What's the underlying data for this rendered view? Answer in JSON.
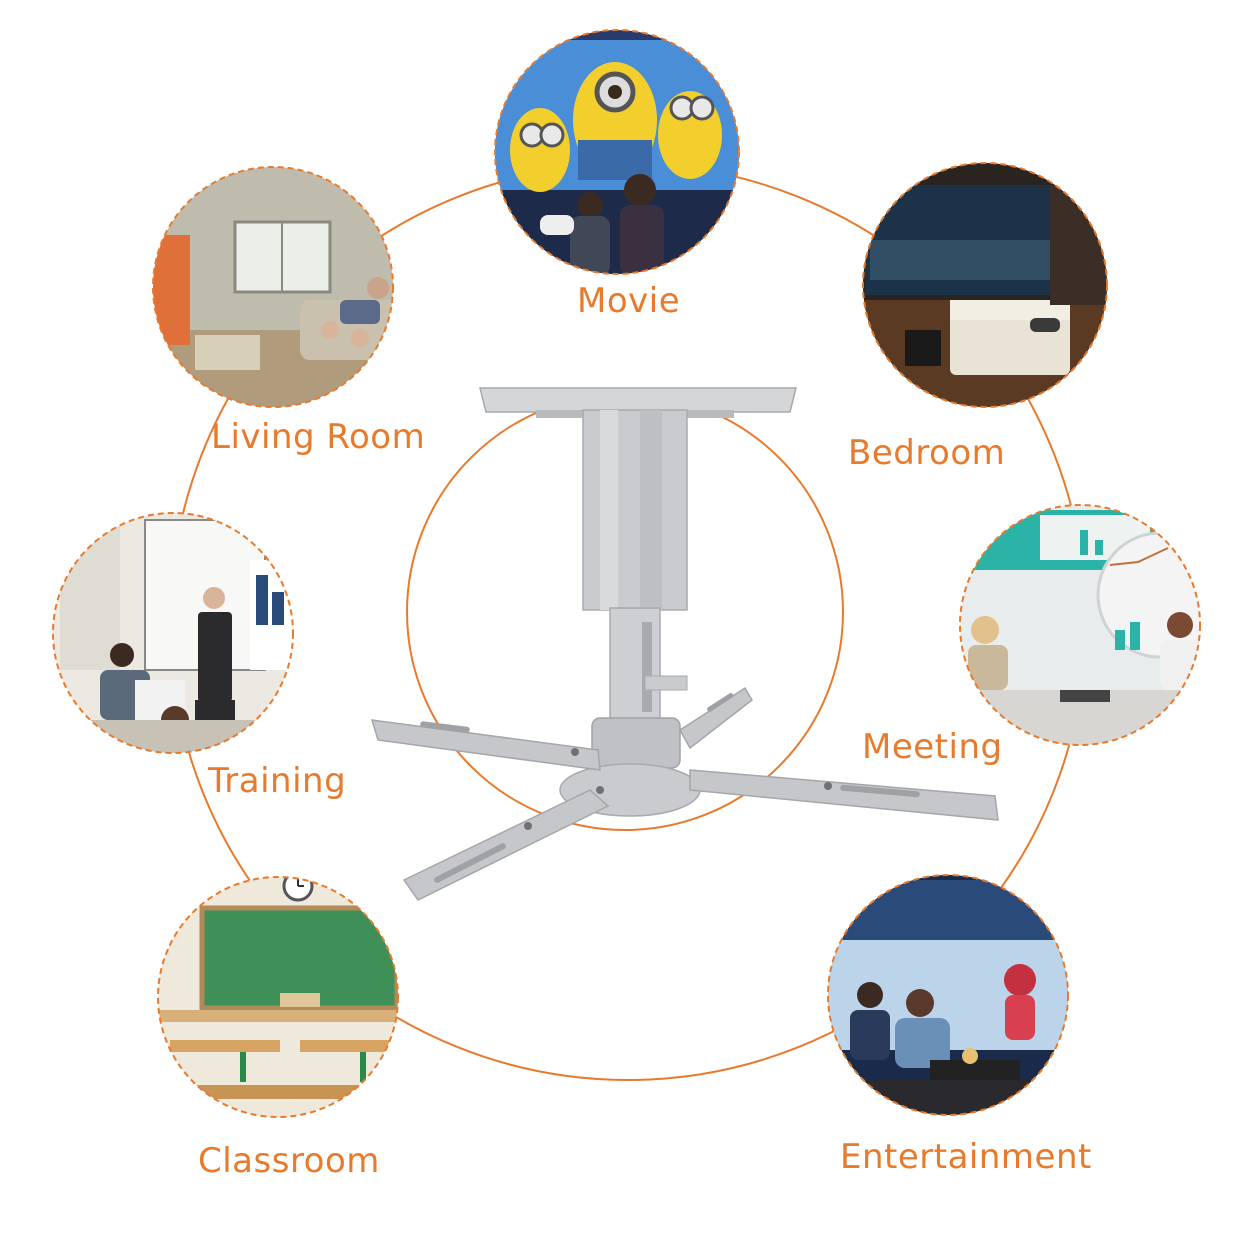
{
  "colors": {
    "accent": "#e87a2c",
    "mount_gray": "#c7c9cb",
    "mount_shadow": "#a8aaad"
  },
  "scenes": [
    {
      "id": "movie",
      "label": "Movie"
    },
    {
      "id": "living-room",
      "label": "Living Room"
    },
    {
      "id": "bedroom",
      "label": "Bedroom"
    },
    {
      "id": "training",
      "label": "Training"
    },
    {
      "id": "meeting",
      "label": "Meeting"
    },
    {
      "id": "classroom",
      "label": "Classroom"
    },
    {
      "id": "entertainment",
      "label": "Entertainment"
    }
  ],
  "product": {
    "icon": "projector-ceiling-mount-icon"
  }
}
